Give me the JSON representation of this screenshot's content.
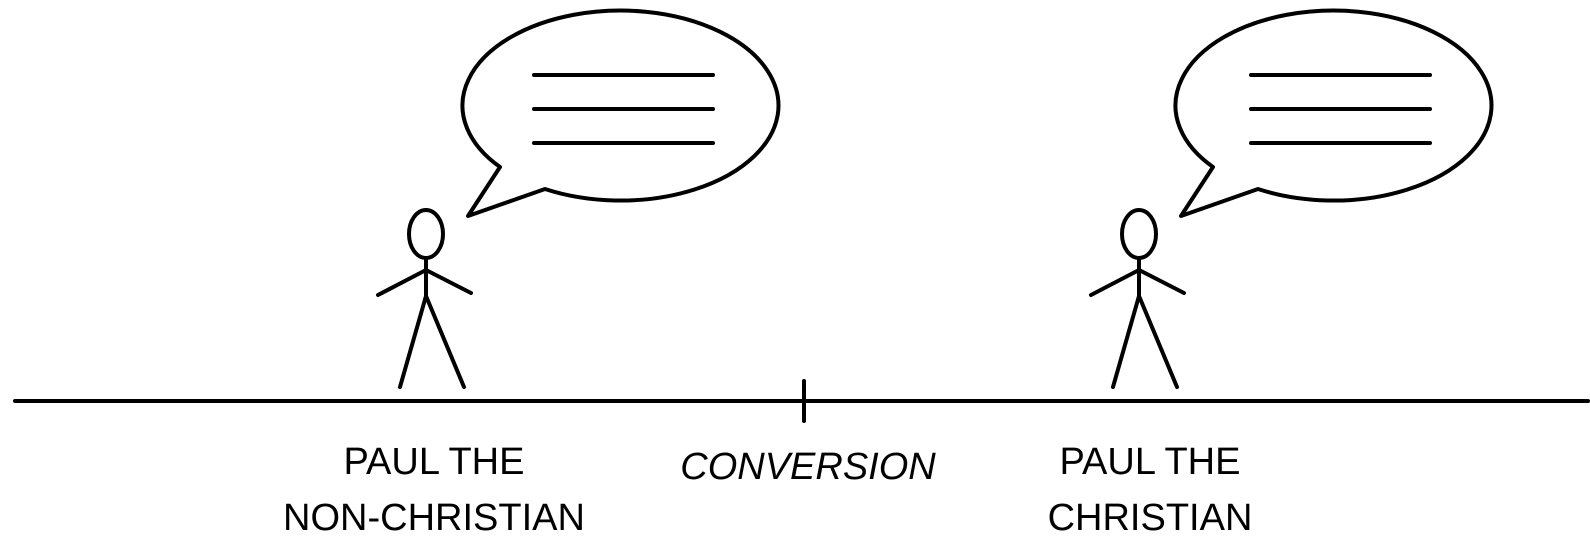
{
  "colors": {
    "line": "#000000",
    "background": "#ffffff"
  },
  "labels": {
    "before": {
      "line1": "PAUL THE",
      "line2": "NON-CHRISTIAN"
    },
    "event": "CONVERSION",
    "after": {
      "line1": "PAUL THE",
      "line2": "CHRISTIAN"
    }
  }
}
